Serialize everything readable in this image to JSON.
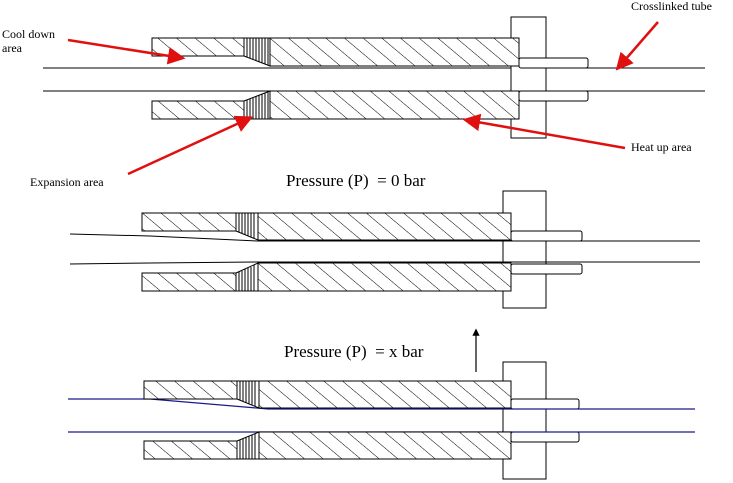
{
  "labels": {
    "cool_down_line1": "Cool down",
    "cool_down_line2": "area",
    "crosslinked_tube": "Crosslinked tube",
    "expansion_area": "Expansion area",
    "heat_up_area": "Heat up area",
    "pressure_zero": "Pressure (P)  = 0 bar",
    "pressure_x": "Pressure (P)  = x bar"
  },
  "colors": {
    "outline": "#000000",
    "annotation_arrow": "#e01010",
    "tube_expanded": "#1a1a8c",
    "background": "#ffffff"
  }
}
